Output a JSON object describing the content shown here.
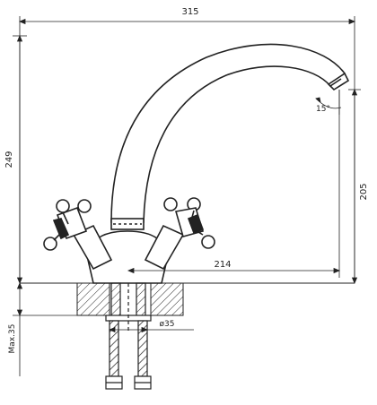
{
  "dimensions": {
    "overall_width": "315",
    "overall_height": "249",
    "spout_height": "205",
    "spout_reach": "214",
    "spout_angle": "15°",
    "mount_hole": "ø35",
    "max_thickness": "Max.35"
  }
}
